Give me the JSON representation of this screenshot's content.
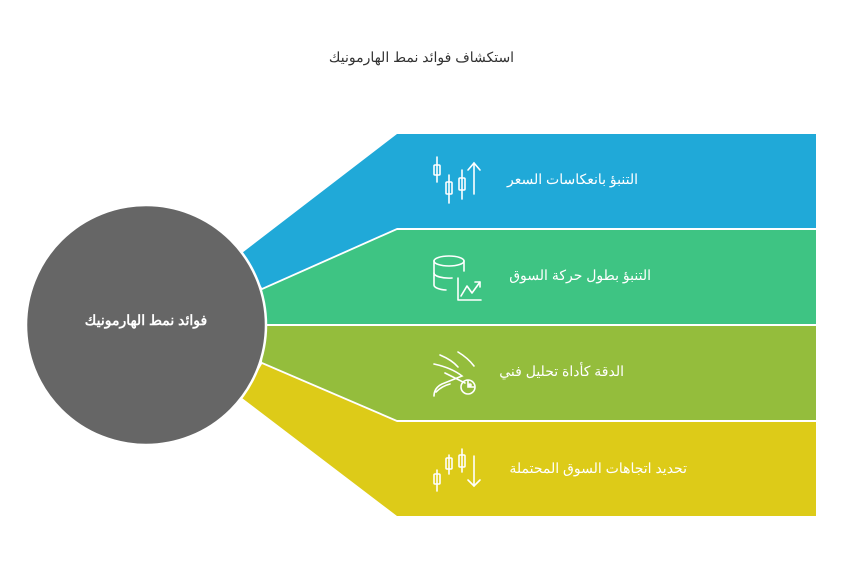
{
  "title": "استكشاف فوائد نمط الهارمونيك",
  "center": {
    "label": "فوائد نمط الهارمونيك",
    "color": "#666666"
  },
  "branches": [
    {
      "label": "التنبؤ بانعكاسات السعر",
      "icon": "candlestick-up-arrow-icon",
      "color": "#20A9D8"
    },
    {
      "label": "التنبؤ بطول حركة السوق",
      "icon": "database-chart-icon",
      "color": "#3EC483"
    },
    {
      "label": "الدقة كأداة تحليل فني",
      "icon": "wind-pie-chart-icon",
      "color": "#94BD3C"
    },
    {
      "label": "تحديد اتجاهات السوق المحتملة",
      "icon": "candlestick-down-arrow-icon",
      "color": "#DDCB18"
    }
  ]
}
